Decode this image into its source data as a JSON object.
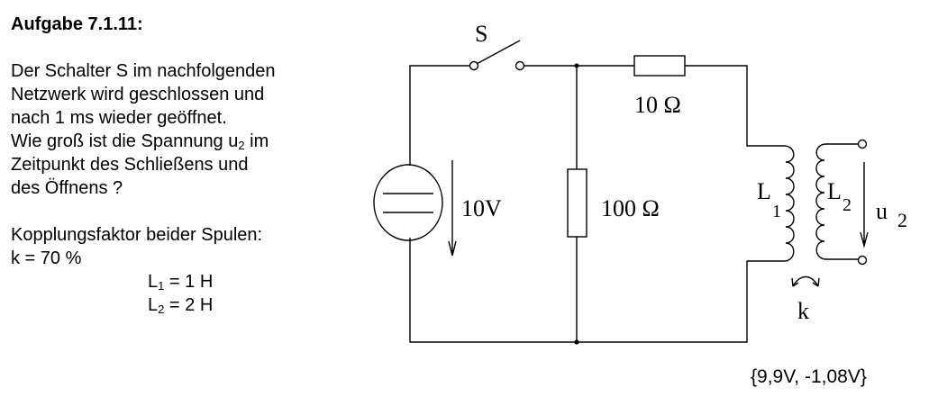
{
  "problem": {
    "title": "Aufgabe 7.1.11:",
    "lines": [
      "Der Schalter S im nachfolgenden",
      "Netzwerk wird geschlossen und",
      "nach 1 ms wieder geöffnet.",
      "Wie groß ist die Spannung u",
      "Zeitpunkt des Schließens und",
      "des Öffnens ?"
    ],
    "line4_sub": "2",
    "line4_tail": " im",
    "coupling_label": "Kopplungsfaktor beider Spulen:",
    "coupling_value": "k = 70 %",
    "l1": {
      "sym": "L",
      "sub": "1",
      "val": " = 1 H"
    },
    "l2": {
      "sym": "L",
      "sub": "2",
      "val": " = 2 H"
    }
  },
  "circuit": {
    "switch_label": "S",
    "source_label": "10V",
    "r_series_label": "10 Ω",
    "r_shunt_label": "100 Ω",
    "l1_sym": "L",
    "l1_sub": "1",
    "l2_sym": "L",
    "l2_sub": "2",
    "u2_sym": "u",
    "u2_sub": "2",
    "k_label": "k"
  },
  "answer": "{9,9V, -1,08V}",
  "colors": {
    "ink": "#000000",
    "background": "#ffffff"
  }
}
